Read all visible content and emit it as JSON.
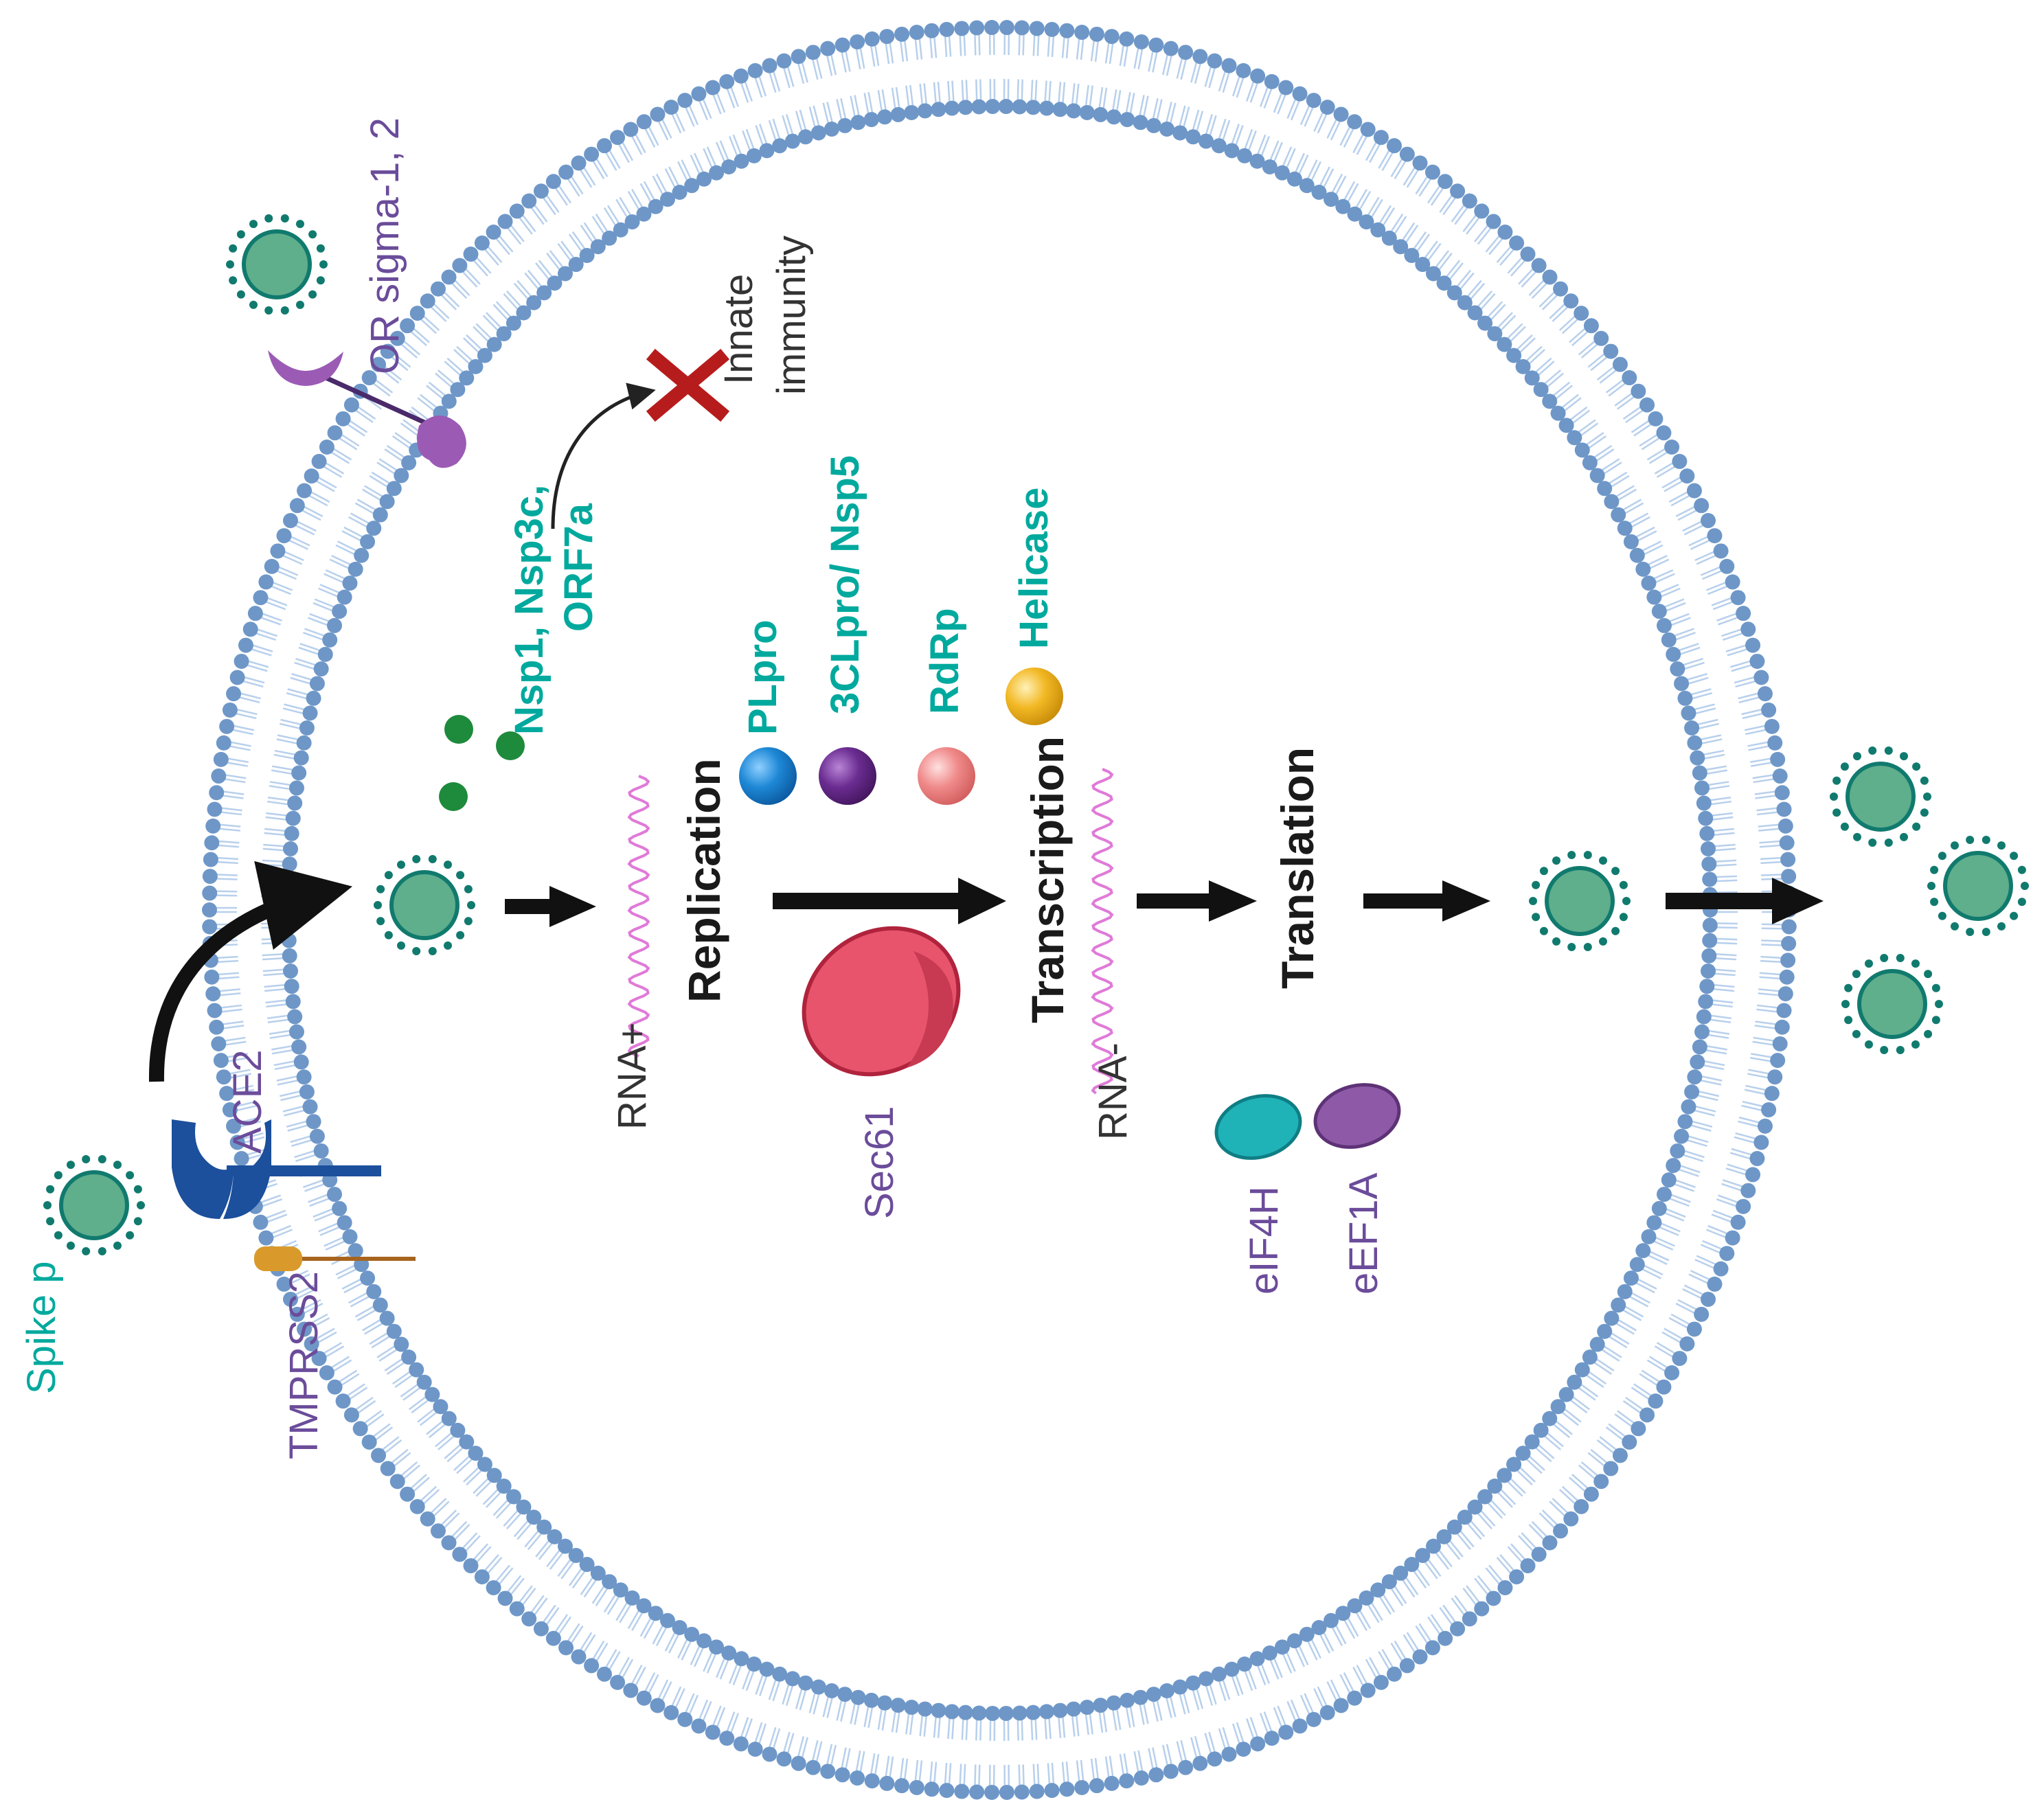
{
  "labels": {
    "or_sigma": "OR sigma-1, 2",
    "innate_immunity_line1": "Innate",
    "innate_immunity_line2": "immunity",
    "nsp_line1": "Nsp1, Nsp3c,",
    "nsp_line2": "ORF7a",
    "plpro": "PLpro",
    "clpro": "3CLpro/ Nsp5",
    "rdrp": "RdRp",
    "helicase": "Helicase",
    "rna_plus": "RNA+",
    "replication": "Replication",
    "transcription": "Transcription",
    "rna_minus": "RNA-",
    "translation": "Translation",
    "sec61": "Sec61",
    "ace2": "ACE2",
    "tmprss2": "TMPRSS2",
    "spike": "Spike p",
    "eif4h": "eIF4H",
    "eef1a": "eEF1A"
  },
  "colors": {
    "membrane_head": "#6e97c8",
    "membrane_tail": "#b8d0ec",
    "virus_fill": "#5fae8c",
    "virus_spike": "#117a6e",
    "label_teal": "#00a99d",
    "label_purple": "#6b4c9a",
    "inhibit_x": "#b71c1c",
    "rna_strand": "#e07ad8",
    "plpro": "#1e88d6",
    "clpro": "#6a2c91",
    "rdrp": "#f08a8a",
    "helicase": "#f2b824",
    "sec61": "#e8546b",
    "eif4h": "#1fb3b8",
    "eef1a": "#8e5aa8",
    "nsp_dots": "#1e8a3c",
    "ace2": "#1c4f9c",
    "tmprss2": "#d99a2b",
    "or_sigma": "#9b5bb5"
  }
}
